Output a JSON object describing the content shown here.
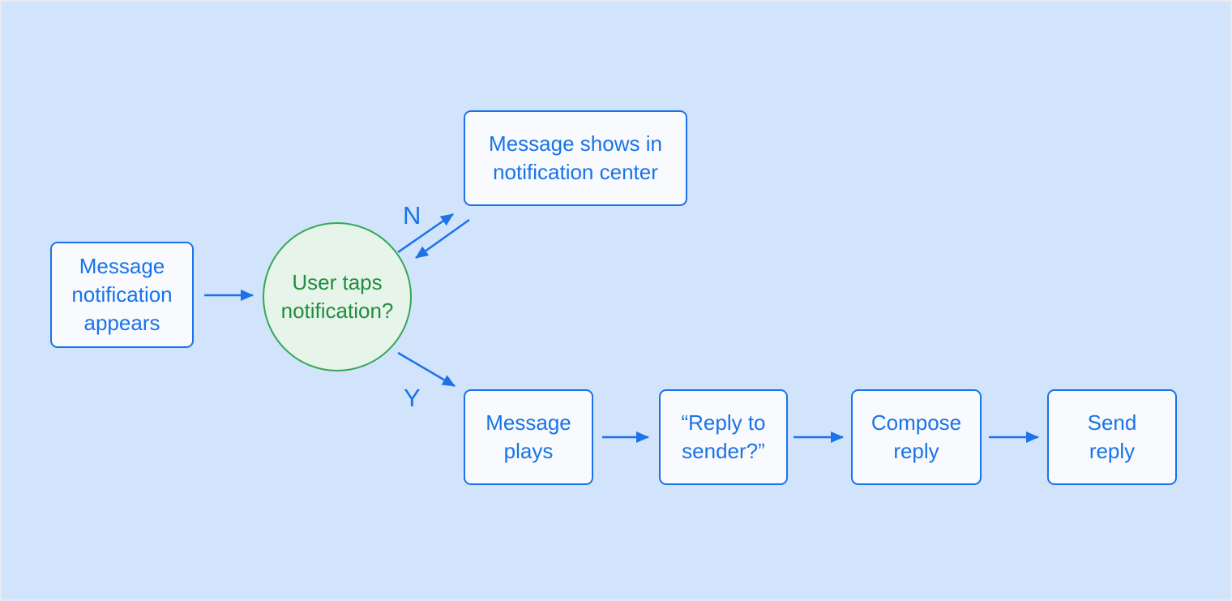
{
  "diagram": {
    "type": "flowchart",
    "nodes": {
      "message_notification_appears": {
        "label": "Message\nnotification\nappears",
        "shape": "rectangle"
      },
      "user_taps_notification": {
        "label": "User taps\nnotification?",
        "shape": "circle"
      },
      "message_shows_in_notification_center": {
        "label": "Message shows in\nnotification center",
        "shape": "rectangle"
      },
      "message_plays": {
        "label": "Message\nplays",
        "shape": "rectangle"
      },
      "reply_to_sender": {
        "label": "“Reply to\nsender?”",
        "shape": "rectangle"
      },
      "compose_reply": {
        "label": "Compose\nreply",
        "shape": "rectangle"
      },
      "send_reply": {
        "label": "Send\nreply",
        "shape": "rectangle"
      }
    },
    "edges": [
      {
        "from": "message_notification_appears",
        "to": "user_taps_notification",
        "label": ""
      },
      {
        "from": "user_taps_notification",
        "to": "message_shows_in_notification_center",
        "label": "N"
      },
      {
        "from": "message_shows_in_notification_center",
        "to": "user_taps_notification",
        "label": ""
      },
      {
        "from": "user_taps_notification",
        "to": "message_plays",
        "label": "Y"
      },
      {
        "from": "message_plays",
        "to": "reply_to_sender",
        "label": ""
      },
      {
        "from": "reply_to_sender",
        "to": "compose_reply",
        "label": ""
      },
      {
        "from": "compose_reply",
        "to": "send_reply",
        "label": ""
      }
    ],
    "colors": {
      "background": "#d2e3fc",
      "node_fill": "#f8fafd",
      "node_border": "#1a73e8",
      "node_text": "#1a73e8",
      "decision_fill": "#e6f4ea",
      "decision_border": "#34a853",
      "decision_text": "#1e8e3e",
      "arrow": "#1a73e8",
      "branch_label_text": "#1a73e8"
    }
  }
}
